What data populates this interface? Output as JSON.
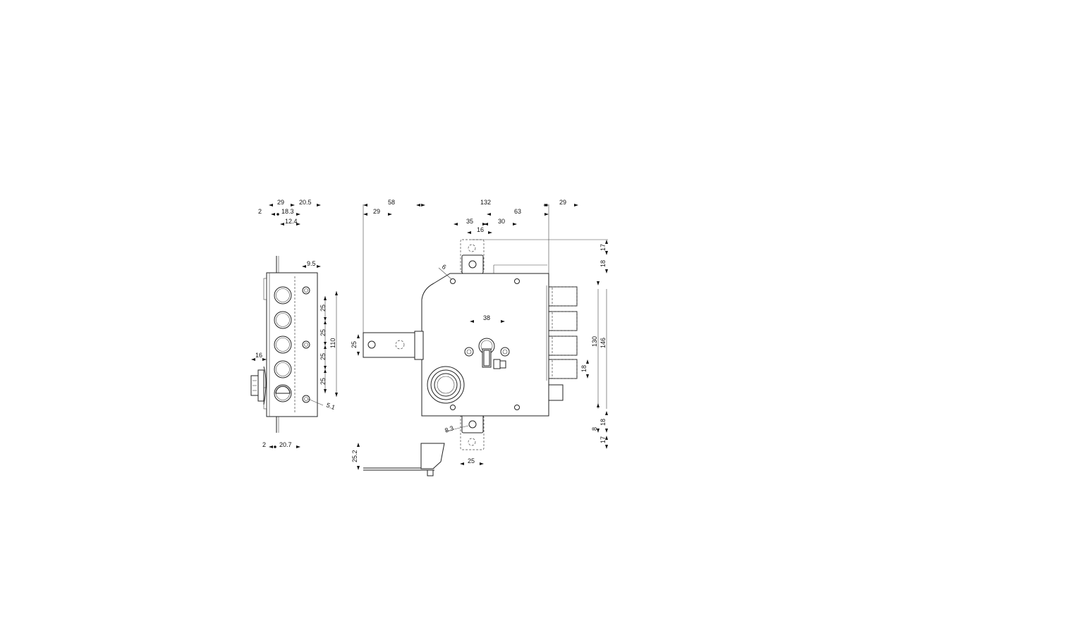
{
  "colors": {
    "line": "#222222",
    "background": "#ffffff"
  },
  "side_view": {
    "top_dims": [
      "29",
      "20.5",
      "2",
      "18.3",
      "12.4"
    ],
    "plate_dim": "9.5",
    "spacing_dims": [
      "25",
      "25",
      "25",
      "25"
    ],
    "height_dim": "110",
    "knob_dim": "16",
    "hole_dim": "5.1",
    "bottom_dims": [
      "2",
      "20.7"
    ]
  },
  "front_view": {
    "top_dims": [
      "58",
      "132",
      "29",
      "29",
      "63",
      "35",
      "30",
      "16"
    ],
    "right_top_dims": [
      "17",
      "18"
    ],
    "screw_dim": "6",
    "keyhole_dim": "38",
    "bolt_tab_dim": "25",
    "bolt_dims": [
      "130",
      "146"
    ],
    "bolt_size_dim": "18",
    "hole_dim": "8.3",
    "right_bottom_dims": [
      "8",
      "18",
      "17"
    ],
    "strike_dim": "25.2",
    "plate_bottom_dim": "25"
  }
}
